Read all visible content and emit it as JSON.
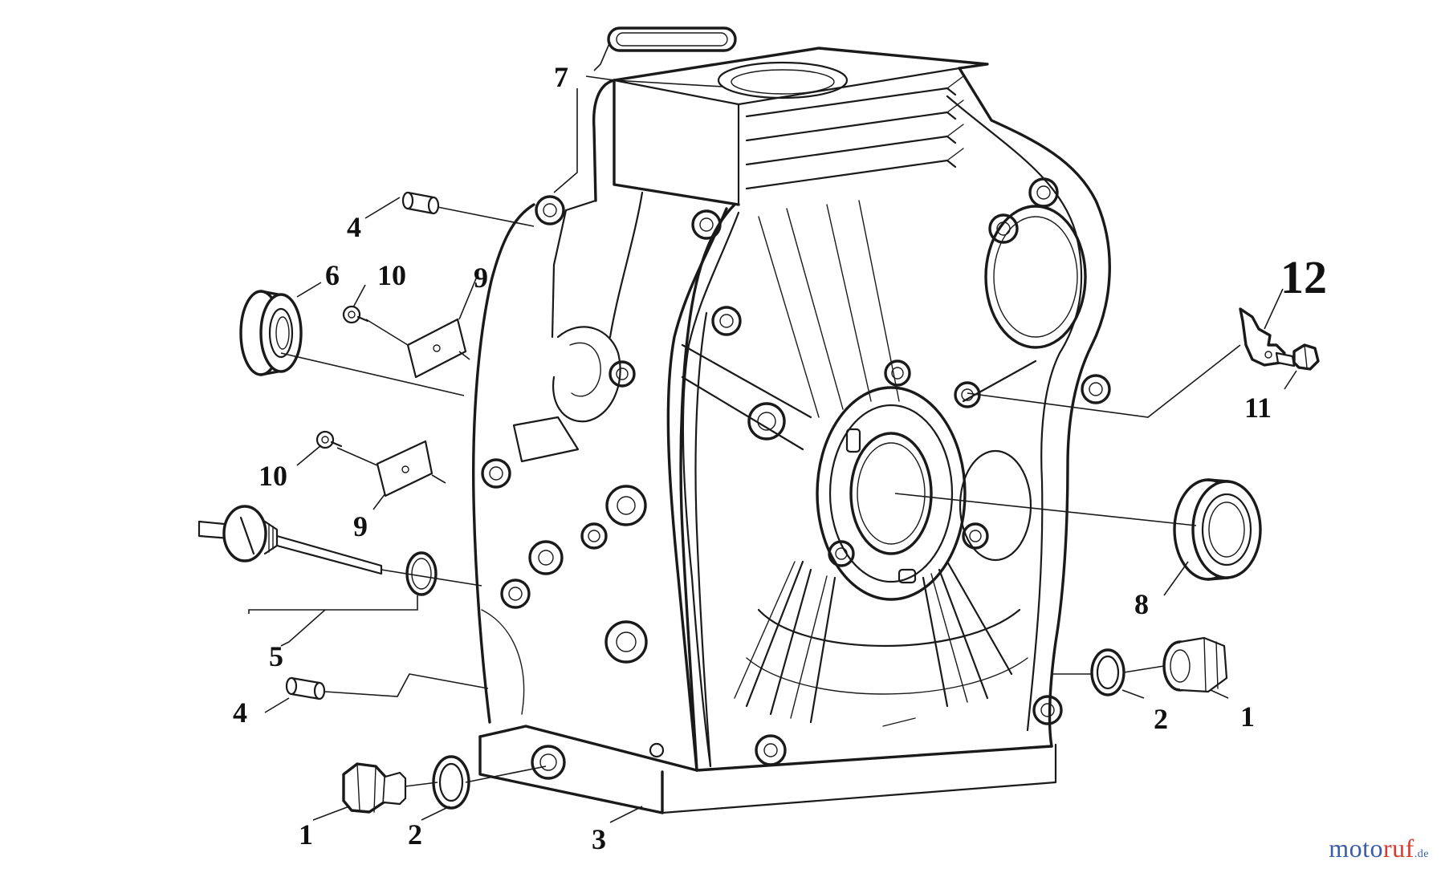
{
  "callouts": {
    "c1a": "1",
    "c1b": "1",
    "c2a": "2",
    "c2b": "2",
    "c3": "3",
    "c4a": "4",
    "c4b": "4",
    "c5": "5",
    "c6": "6",
    "c7": "7",
    "c8": "8",
    "c9a": "9",
    "c9b": "9",
    "c10a": "10",
    "c10b": "10",
    "c11": "11",
    "c12": "12"
  },
  "watermark": {
    "part1": "moto",
    "part2": "ruf",
    "part3": ".de"
  },
  "colors": {
    "line": "#1a1a1a",
    "brand_blue": "#3a5da8",
    "brand_red": "#d93a30"
  }
}
